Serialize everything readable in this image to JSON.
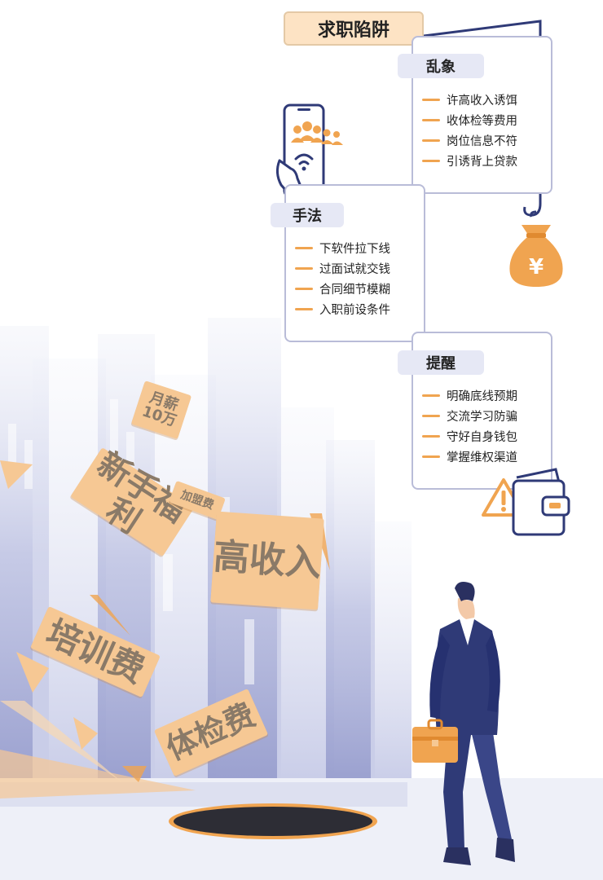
{
  "title": "求职陷阱",
  "sections": {
    "chaos": {
      "heading": "乱象",
      "items": [
        "许高收入诱饵",
        "收体检等费用",
        "岗位信息不符",
        "引诱背上贷款"
      ]
    },
    "methods": {
      "heading": "手法",
      "items": [
        "下软件拉下线",
        "过面试就交钱",
        "合同细节模糊",
        "入职前设条件"
      ]
    },
    "tips": {
      "heading": "提醒",
      "items": [
        "明确底线预期",
        "交流学习防骗",
        "守好自身钱包",
        "掌握维权渠道"
      ]
    }
  },
  "signs": {
    "salary": "月薪10万",
    "newbie": "新手福利",
    "joinfee": "加盟费",
    "highincome": "高收入",
    "training": "培训费",
    "checkup": "体检费"
  },
  "icons": {
    "moneybag": "money-bag-icon",
    "yen": "¥",
    "phone": "phone-recruit-icon",
    "warning": "warning-icon",
    "wallet": "wallet-icon"
  },
  "colors": {
    "accent": "#f0a450",
    "panel_border": "#b9bcd8",
    "chip_bg": "#e6e8f5",
    "title_bg": "#fde3c4",
    "navy": "#2f3a77"
  }
}
